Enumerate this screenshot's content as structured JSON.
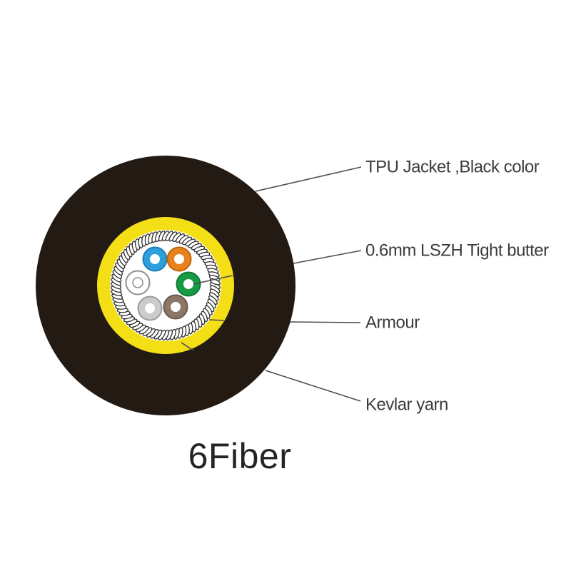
{
  "title": "6Fiber",
  "cable": {
    "jacket_color": "#231a13",
    "kevlar_color": "#f4df16",
    "armour_loop_color": "#2e2e2e",
    "core_color": "#ffffff",
    "fibers": [
      {
        "name": "blue",
        "color": "#2c9fdc",
        "stroke": "#1a7eb6",
        "hole": "#ffffff"
      },
      {
        "name": "orange",
        "color": "#e8821e",
        "stroke": "#c06407",
        "hole": "#ffffff"
      },
      {
        "name": "white",
        "color": "#ffffff",
        "stroke": "#8e8e8e",
        "hole": "#ffffff"
      },
      {
        "name": "green",
        "color": "#169a43",
        "stroke": "#0f7a32",
        "hole": "#ffffff"
      },
      {
        "name": "gray",
        "color": "#cbcbcb",
        "stroke": "#9b9b9b",
        "hole": "#ffffff"
      },
      {
        "name": "brown",
        "color": "#8b7767",
        "stroke": "#6a584b",
        "hole": "#ffffff"
      }
    ]
  },
  "labels": [
    {
      "text": "TPU Jacket ,Black color"
    },
    {
      "text": "0.6mm LSZH Tight butter"
    },
    {
      "text": "Armour"
    },
    {
      "text": "Kevlar yarn"
    }
  ]
}
